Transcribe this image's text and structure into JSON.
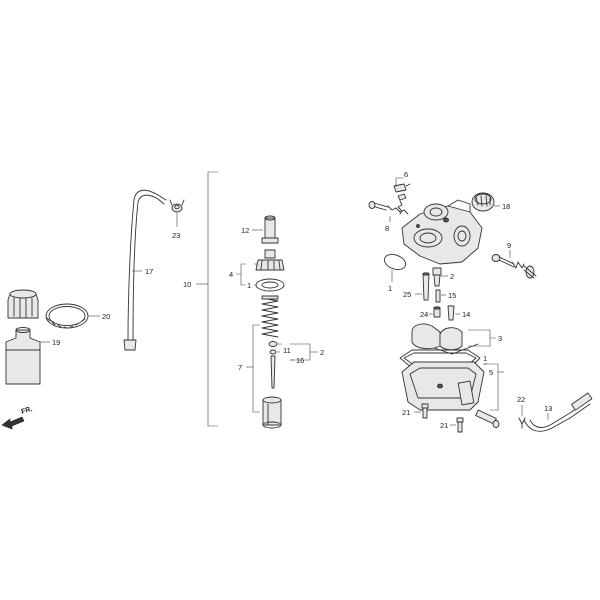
{
  "direction_marker": "FR.",
  "callouts": [
    "1",
    "2",
    "3",
    "4",
    "5",
    "6",
    "7",
    "8",
    "9",
    "10",
    "11",
    "12",
    "13",
    "14",
    "15",
    "16",
    "17",
    "18",
    "19",
    "20",
    "21",
    "22",
    "23",
    "24",
    "25"
  ]
}
